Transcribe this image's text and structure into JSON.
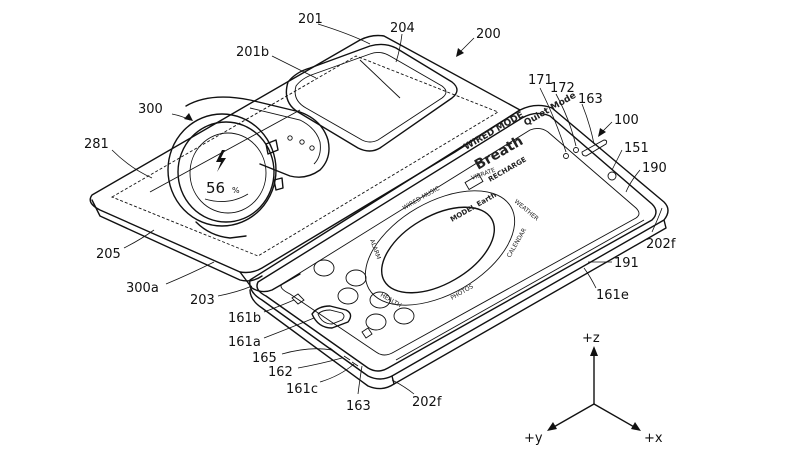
{
  "figure": {
    "labels": {
      "n200": "200",
      "n201": "201",
      "n204": "204",
      "n201b": "201b",
      "n300": "300",
      "n281": "281",
      "n205": "205",
      "n300a": "300a",
      "n203": "203",
      "n161b": "161b",
      "n161a": "161a",
      "n165": "165",
      "n162": "162",
      "n161c": "161c",
      "n163b": "163",
      "n202f_bottom": "202f",
      "n171": "171",
      "n172": "172",
      "n163": "163",
      "n100": "100",
      "n151": "151",
      "n190": "190",
      "n202f_right": "202f",
      "n191": "191",
      "n161e": "161e"
    },
    "watch": {
      "percent": "56",
      "unit": "%"
    },
    "phone_screen": {
      "line1": "WIRED MODE",
      "line2": "Quiet Mode",
      "headline": "Breath",
      "sub": "RECHARGE",
      "ring_center": "MODEL Earth",
      "ring_labels": [
        "WIRED MUSIC",
        "VIBRATE",
        "WEATHER",
        "CALENDAR",
        "PHOTOS",
        "HEALTH",
        "ALARM"
      ]
    },
    "axes": {
      "z": "+z",
      "y": "+y",
      "x": "+x"
    }
  }
}
